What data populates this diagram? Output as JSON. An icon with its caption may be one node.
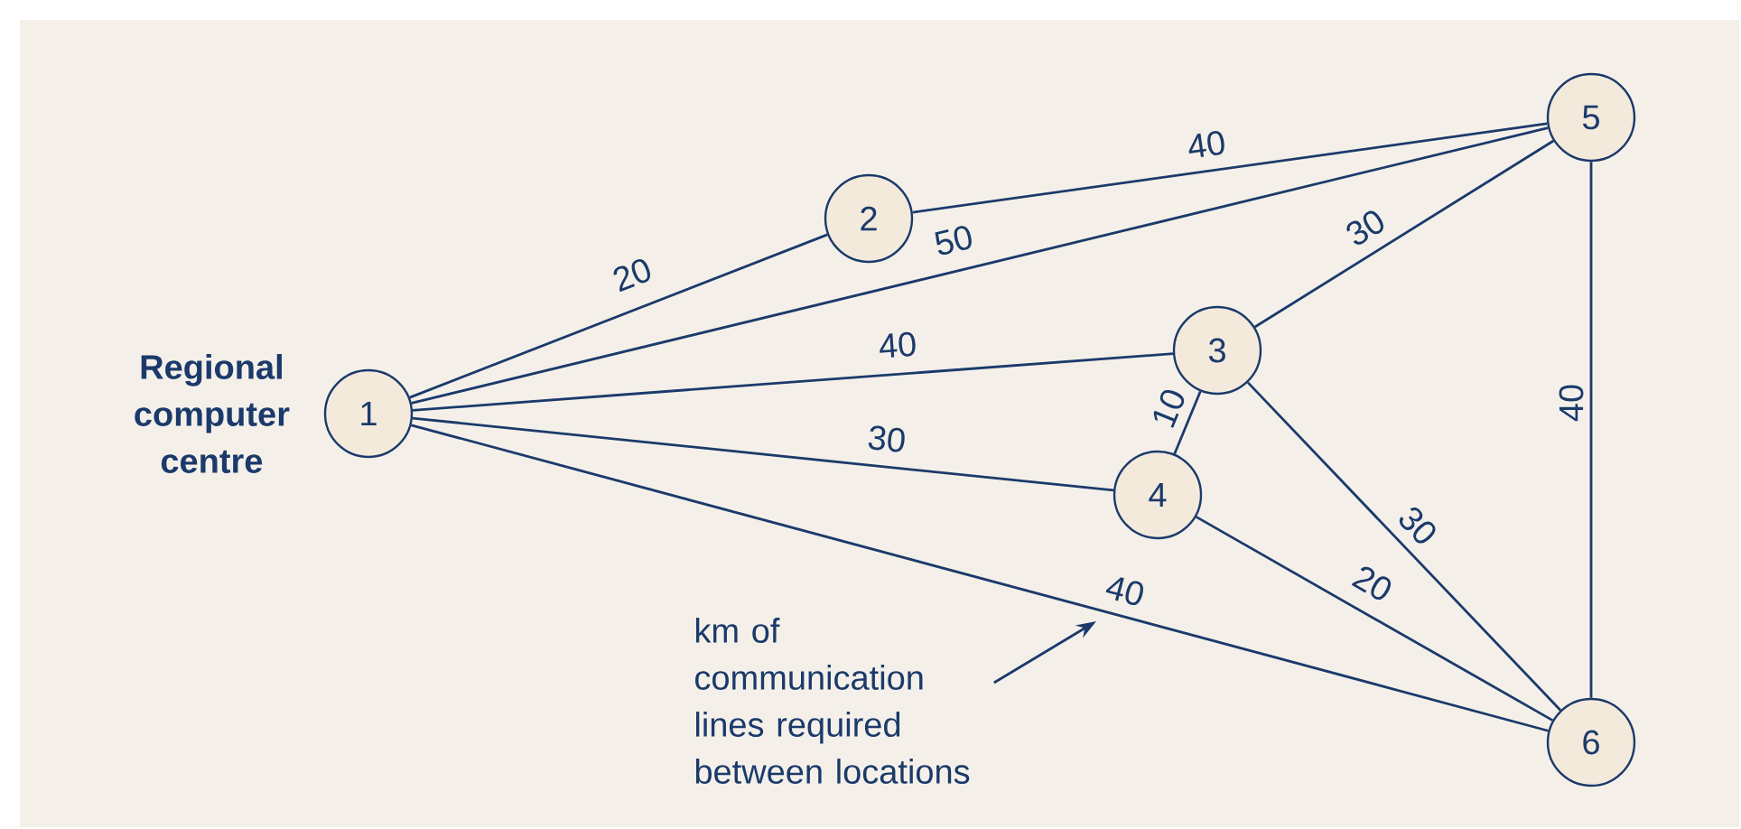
{
  "diagram": {
    "nodes": [
      {
        "text": [
          "1"
        ],
        "beside": [
          "Regional computer centre"
        ]
      },
      {
        "text": [
          "2"
        ]
      },
      {
        "text": [
          "3"
        ]
      },
      {
        "text": [
          "4"
        ]
      },
      {
        "text": [
          "5"
        ]
      },
      {
        "text": [
          "6"
        ]
      },
      {
        "text": [
          "km of communication lines required between locations"
        ]
      }
    ],
    "edges": [
      {
        "from": 0,
        "to": 1,
        "arrow": "none",
        "label": "20"
      },
      {
        "from": 1,
        "to": 4,
        "arrow": "none",
        "label": "40"
      },
      {
        "from": 0,
        "to": 4,
        "arrow": "none",
        "label": "50"
      },
      {
        "from": 0,
        "to": 2,
        "arrow": "none",
        "label": "40"
      },
      {
        "from": 2,
        "to": 4,
        "arrow": "none",
        "label": "30"
      },
      {
        "from": 2,
        "to": 3,
        "arrow": "none",
        "label": "10"
      },
      {
        "from": 0,
        "to": 3,
        "arrow": "none",
        "label": "30"
      },
      {
        "from": 0,
        "to": 5,
        "arrow": "none",
        "label": "40"
      },
      {
        "from": 2,
        "to": 5,
        "arrow": "none",
        "label": "30"
      },
      {
        "from": 3,
        "to": 5,
        "arrow": "none",
        "label": "20"
      },
      {
        "from": 4,
        "to": 5,
        "arrow": "none",
        "label": "40"
      },
      {
        "from": 6,
        "to": null,
        "arrow": "to"
      }
    ]
  }
}
